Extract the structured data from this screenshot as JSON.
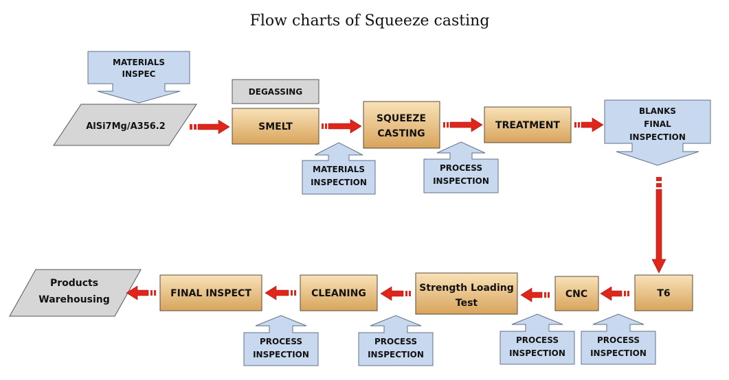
{
  "title": "Flow charts of Squeeze casting",
  "input": {
    "line1": "AlSi7Mg/A356.2"
  },
  "output": {
    "line1": "Products",
    "line2": "Warehousing"
  },
  "process_steps": [
    {
      "id": "smelt",
      "line1": "SMELT",
      "line2": ""
    },
    {
      "id": "squeeze",
      "line1": "SQUEEZE",
      "line2": "CASTING"
    },
    {
      "id": "treatment",
      "line1": "TREATMENT",
      "line2": ""
    },
    {
      "id": "t6",
      "line1": "T6",
      "line2": ""
    },
    {
      "id": "cnc",
      "line1": "CNC",
      "line2": ""
    },
    {
      "id": "strength",
      "line1": "Strength Loading",
      "line2": "Test"
    },
    {
      "id": "cleaning",
      "line1": "CLEANING",
      "line2": ""
    },
    {
      "id": "final",
      "line1": "FINAL INSPECT",
      "line2": ""
    }
  ],
  "degassing": "DEGASSING",
  "inspections": [
    {
      "id": "materials-inspec-top",
      "line1": "MATERIALS",
      "line2": "INSPEC",
      "line3": ""
    },
    {
      "id": "materials-inspection",
      "line1": "MATERIALS",
      "line2": "INSPECTION",
      "line3": ""
    },
    {
      "id": "process-inspection-1",
      "line1": "PROCESS",
      "line2": "INSPECTION",
      "line3": ""
    },
    {
      "id": "blanks-final-inspection",
      "line1": "BLANKS",
      "line2": "FINAL",
      "line3": "INSPECTION"
    },
    {
      "id": "process-inspection-2",
      "line1": "PROCESS",
      "line2": "INSPECTION",
      "line3": ""
    },
    {
      "id": "process-inspection-3",
      "line1": "PROCESS",
      "line2": "INSPECTION",
      "line3": ""
    },
    {
      "id": "process-inspection-4",
      "line1": "PROCESS",
      "line2": "INSPECTION",
      "line3": ""
    },
    {
      "id": "process-inspection-5",
      "line1": "PROCESS",
      "line2": "INSPECTION",
      "line3": ""
    }
  ],
  "colors": {
    "process_fill_top": "#f6dcaf",
    "process_fill_bottom": "#d9a55f",
    "process_stroke": "#5a4a3a",
    "inspection_fill": "#c7d8ef",
    "inspection_stroke": "#5f6f88",
    "io_fill": "#d6d6d6",
    "io_stroke": "#555555",
    "arrow": "#e0251b"
  }
}
